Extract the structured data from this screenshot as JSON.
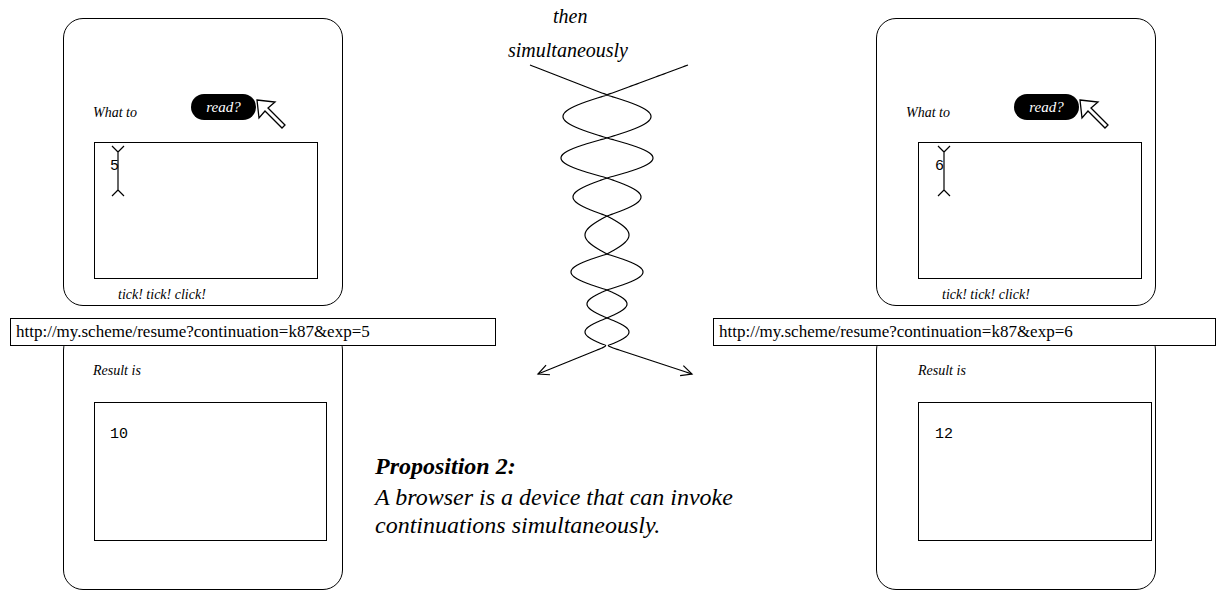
{
  "diagram": {
    "nodes": [
      {
        "text": [
          "What to",
          "tick! tick! click!"
        ]
      },
      {
        "text": [
          "read?"
        ],
        "in": 0
      },
      {
        "text": [
          "5"
        ],
        "in": 0
      },
      {
        "text": [
          "http://my.scheme/resume?continuation=k87&exp=5"
        ]
      },
      {
        "text": [
          "Result is"
        ]
      },
      {
        "text": [
          "10"
        ],
        "in": 4
      },
      {
        "text": [
          "What to",
          "tick! tick! click!"
        ]
      },
      {
        "text": [
          "read?"
        ],
        "in": 6
      },
      {
        "text": [
          "6"
        ],
        "in": 6
      },
      {
        "text": [
          "http://my.scheme/resume?continuation=k87&exp=6"
        ]
      },
      {
        "text": [
          "Result is"
        ]
      },
      {
        "text": [
          "12"
        ],
        "in": 10
      }
    ],
    "labels": [
      "then",
      "simultaneously",
      "Proposition 2:",
      "A browser is a device that can invoke continuations simultaneously."
    ]
  }
}
